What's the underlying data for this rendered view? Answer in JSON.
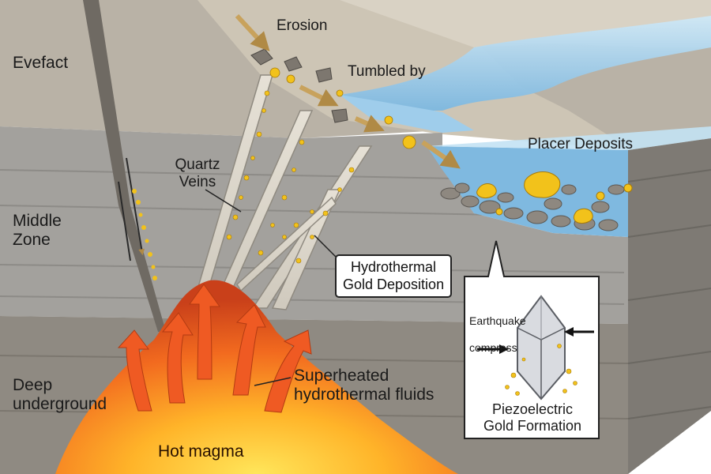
{
  "labels": {
    "evefact": "Evefact",
    "erosion": "Erosion",
    "tumbled_by": "Tumbled by",
    "placer_deposits": "Placer Deposits",
    "quartz_veins_line1": "Quartz",
    "quartz_veins_line2": "Veins",
    "middle_zone_line1": "Middle",
    "middle_zone_line2": "Zone",
    "hydrothermal_line1": "Hydrothermal",
    "hydrothermal_line2": "Gold Deposition",
    "deep_line1": "Deep",
    "deep_line2": "underground",
    "superheated_line1": "Superheated",
    "superheated_line2": "hydrothermal fluids",
    "hot_magma": "Hot magma",
    "earthquake": "Earthquake",
    "compress": "compress",
    "piezo_line1": "Piezoelectric",
    "piezo_line2": "Gold Formation"
  },
  "colors": {
    "sky_rock": "#c9c1b3",
    "upper_rock": "#b3ada3",
    "middle_rock": "#9e9c98",
    "deep_rock": "#8f8a82",
    "water": "#8fc3e6",
    "water_light": "#c7e4f5",
    "gold": "#f2c21b",
    "magma_core": "#ffd23a",
    "magma_outer": "#e8511c",
    "arrow_tan": "#c8a25c",
    "heat_arrow": "#ef5a23"
  },
  "icons": [
    "crystal-icon",
    "compress-arrow-left-icon",
    "compress-arrow-right-icon",
    "erosion-arrow-icon",
    "heat-arrow-icon"
  ]
}
